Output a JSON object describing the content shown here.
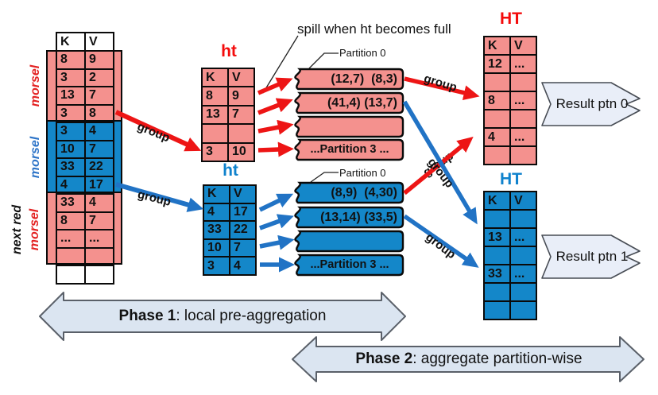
{
  "labels": {
    "spill_note": "spill when ht becomes full",
    "group": "group",
    "ht": "ht",
    "HT": "HT",
    "morsel": "morsel",
    "next_red": "next red",
    "K": "K",
    "V": "V"
  },
  "input_table": {
    "headers": [
      "K",
      "V"
    ],
    "rows": [
      [
        "8",
        "9"
      ],
      [
        "3",
        "2"
      ],
      [
        "13",
        "7"
      ],
      [
        "3",
        "8"
      ],
      [
        "3",
        "4"
      ],
      [
        "10",
        "7"
      ],
      [
        "33",
        "22"
      ],
      [
        "4",
        "17"
      ],
      [
        "33",
        "4"
      ],
      [
        "8",
        "7"
      ],
      [
        "...",
        "..."
      ],
      [
        "",
        ""
      ],
      [
        "",
        ""
      ]
    ]
  },
  "ht_red": {
    "title": "ht",
    "headers": [
      "K",
      "V"
    ],
    "rows": [
      [
        "8",
        "9"
      ],
      [
        "13",
        "7"
      ],
      [
        "",
        ""
      ],
      [
        "3",
        "10"
      ]
    ]
  },
  "ht_blue": {
    "title": "ht",
    "headers": [
      "K",
      "V"
    ],
    "rows": [
      [
        "4",
        "17"
      ],
      [
        "33",
        "22"
      ],
      [
        "10",
        "7"
      ],
      [
        "3",
        "4"
      ]
    ]
  },
  "partitions_red": {
    "callout": "Partition 0",
    "boxes": [
      "(12,7)  (8,3)",
      "(41,4) (13,7)",
      "",
      "...Partition 3 ..."
    ]
  },
  "partitions_blue": {
    "callout": "Partition 0",
    "boxes": [
      "(8,9)  (4,30)",
      "(13,14) (33,5)",
      "",
      "...Partition 3 ..."
    ]
  },
  "HT_red": {
    "title": "HT",
    "headers": [
      "K",
      "V"
    ],
    "rows": [
      [
        "12",
        "..."
      ],
      [
        "",
        ""
      ],
      [
        "8",
        "..."
      ],
      [
        "",
        ""
      ],
      [
        "4",
        "..."
      ],
      [
        "",
        ""
      ]
    ]
  },
  "HT_blue": {
    "title": "HT",
    "headers": [
      "K",
      "V"
    ],
    "rows": [
      [
        "",
        ""
      ],
      [
        "13",
        "..."
      ],
      [
        "",
        ""
      ],
      [
        "33",
        "..."
      ],
      [
        "",
        ""
      ],
      [
        "",
        ""
      ]
    ]
  },
  "results": [
    {
      "label": "Result ptn 0"
    },
    {
      "label": "Result ptn 1"
    }
  ],
  "phases": [
    {
      "name": "Phase 1",
      "desc": ": local pre-aggregation"
    },
    {
      "name": "Phase 2",
      "desc": ": aggregate partition-wise"
    }
  ],
  "colors": {
    "red_fill": "#f4918e",
    "blue_fill": "#1487c9",
    "red_accent": "#ed1515",
    "blue_accent": "#2173c5",
    "phase_arrow_fill": "#dbe5f1",
    "result_arrow_fill": "#e9eef8"
  }
}
